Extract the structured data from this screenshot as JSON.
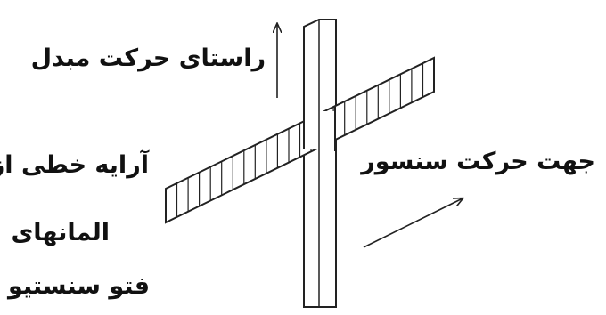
{
  "labels": {
    "transducer_direction": "راستای حرکت مبدل",
    "sensor_direction": "جهت حرکت سنسور",
    "array_line1": "آرایه خطی از",
    "array_line2": "المانهای",
    "array_line3": "فتو سنستیو"
  },
  "strip": {
    "cell_count": 24
  },
  "colors": {
    "stroke": "#222222",
    "background": "#ffffff"
  }
}
